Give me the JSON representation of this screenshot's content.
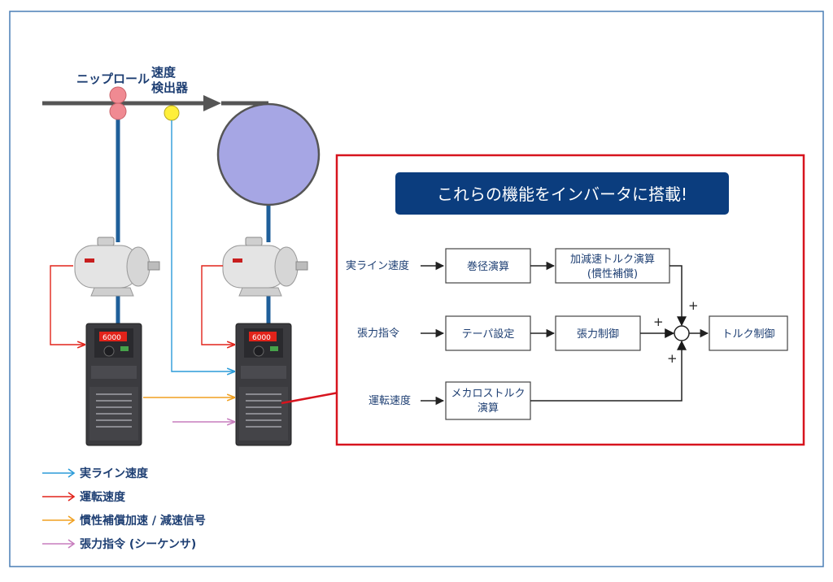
{
  "labels": {
    "nip_roll": "ニップロール",
    "speed_detector_line1": "速度",
    "speed_detector_line2": "検出器"
  },
  "banner": "これらの機能をインバータに搭載!",
  "blocks": {
    "input_actual_line_speed": "実ライン速度",
    "input_tension_command": "張力指令",
    "input_operating_speed": "運転速度",
    "winding_diameter_calc": "巻径演算",
    "accel_torque_calc_line1": "加減速トルク演算",
    "accel_torque_calc_line2": "(慣性補償)",
    "taper_setting": "テーパ設定",
    "tension_control": "張力制御",
    "torque_control": "トルク制御",
    "mechanical_loss_line1": "メカロストルク",
    "mechanical_loss_line2": "演算",
    "plus_top": "+",
    "plus_left": "+",
    "plus_bottom": "+"
  },
  "legend": [
    {
      "label": "実ライン速度",
      "color": "#2b9bd8"
    },
    {
      "label": "運転速度",
      "color": "#e2231a"
    },
    {
      "label": "慣性補償加速 / 減速信号",
      "color": "#f0a020"
    },
    {
      "label": "張力指令 (シーケンサ)",
      "color": "#c77dbd"
    }
  ],
  "colors": {
    "frame": "#4a7fb5",
    "highlight_box": "#d7141e",
    "banner_bg": "#0b3d7e",
    "text_blue": "#1e3f73",
    "shaft_blue": "#1f5f9a",
    "roll_pink": "#f08a92",
    "sensor_yellow": "#ffef3a",
    "drum_fill": "#a6a6e4"
  },
  "icons": {
    "motor": "motor-icon",
    "inverter": "inverter-icon"
  }
}
